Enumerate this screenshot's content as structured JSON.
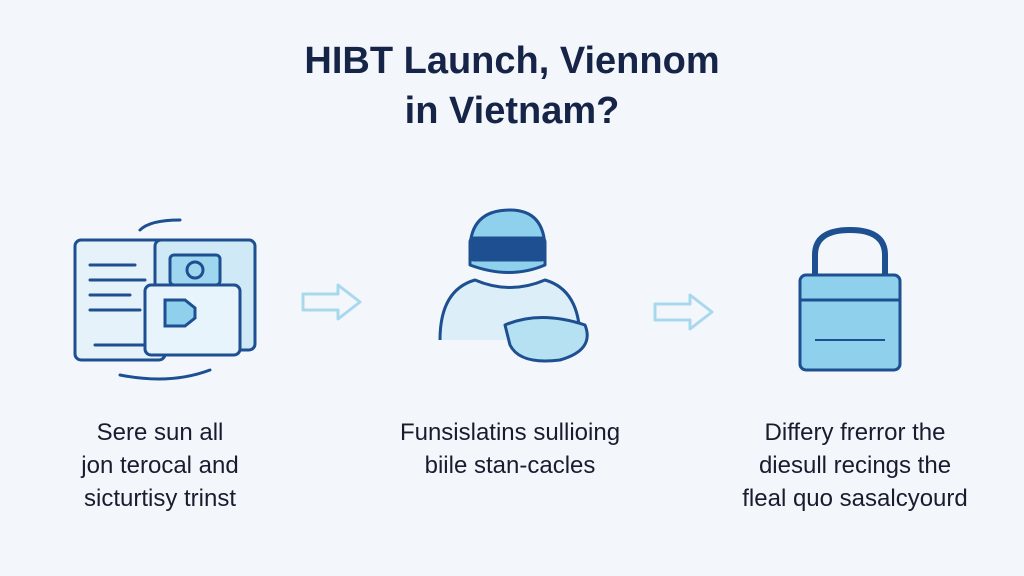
{
  "title": {
    "line1": "HIBT Launch, Viennom",
    "line2": "in Vietnam?"
  },
  "steps": [
    {
      "icon": "document-devices-icon",
      "caption": [
        "Sere sun all",
        "jon terocal and",
        "sicturtisy trinst"
      ]
    },
    {
      "icon": "person-hands-icon",
      "caption": [
        "Funsislatins sullioing",
        "biile stan-cacles"
      ]
    },
    {
      "icon": "padlock-icon",
      "caption": [
        "Differy frerror the",
        "diesull recings the",
        "fleal quo sasalcyourd"
      ]
    }
  ],
  "colors": {
    "stroke": "#1d4f91",
    "fill": "#8fd0ec",
    "arrow": "#a9d8ee"
  }
}
